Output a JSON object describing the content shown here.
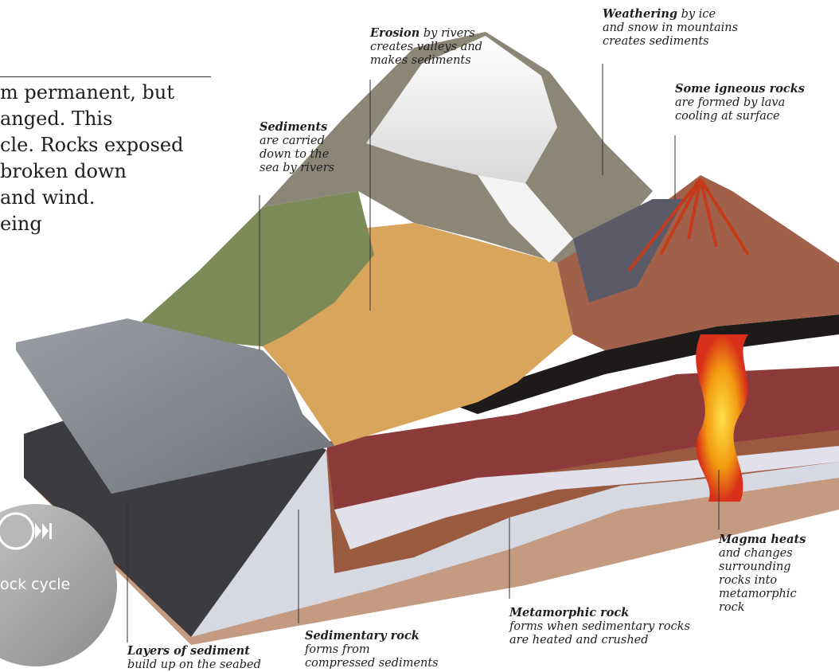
{
  "body_text": {
    "line1": "m permanent, but",
    "line2": "anged. This",
    "line3": "cle. Rocks exposed",
    "line4": "broken down",
    "line5": "and wind.",
    "line6": "eing"
  },
  "labels": {
    "erosion": {
      "head": "Erosion",
      "rest1": " by rivers",
      "line2": "creates valleys and",
      "line3": "makes sediments"
    },
    "weathering": {
      "head": "Weathering",
      "rest1": " by ice",
      "line2": "and snow in mountains",
      "line3": "creates sediments"
    },
    "igneous": {
      "head": "Some igneous rocks",
      "line2": "are formed by lava",
      "line3": "cooling at surface"
    },
    "sediments": {
      "head": "Sediments",
      "line2": "are carried",
      "line3": "down to the",
      "line4": "sea by rivers"
    },
    "magma": {
      "head": "Magma heats",
      "line2": "and changes",
      "line3": "surrounding",
      "line4": "rocks into",
      "line5": "metamorphic",
      "line6": "rock"
    },
    "metamorphic": {
      "head": "Metamorphic rock",
      "line2": "forms when sedimentary rocks",
      "line3": "are heated and crushed"
    },
    "sedimentary": {
      "head": "Sedimentary rock",
      "line2": "forms from",
      "line3": "compressed sediments"
    },
    "layers": {
      "head": "Layers of sediment",
      "line2": "build up on the seabed"
    }
  },
  "badge": {
    "label": "ock cycle",
    "icon": "skip-forward-icon"
  },
  "colors": {
    "sea": "#8a8e94",
    "sand": "#d9a55c",
    "mountain": "#8b8676",
    "snow": "#f0f0f0",
    "volcano": "#a0604a",
    "magma": "#f2c800",
    "rock_red": "#8c3a3a",
    "rock_light": "#d8d8e2"
  }
}
